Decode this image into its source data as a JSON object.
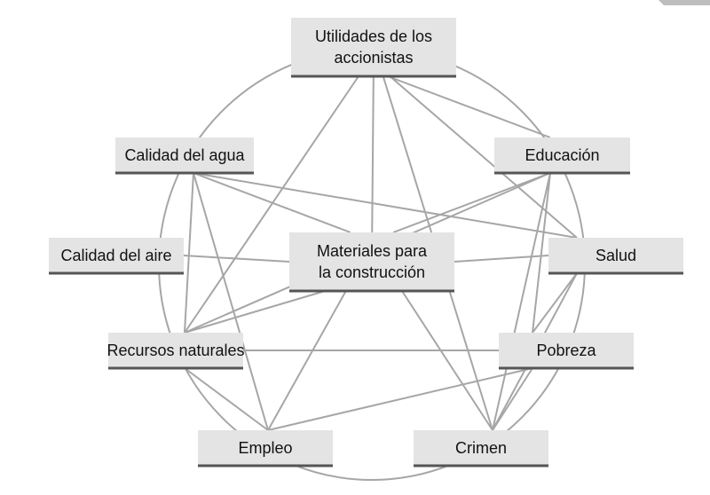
{
  "nodes": [
    {
      "id": "utilidades",
      "lines": [
        "Utilidades de los",
        "accionistas"
      ]
    },
    {
      "id": "calidad-agua",
      "lines": [
        "Calidad del agua"
      ]
    },
    {
      "id": "educacion",
      "lines": [
        "Educación"
      ]
    },
    {
      "id": "calidad-aire",
      "lines": [
        "Calidad del aire"
      ]
    },
    {
      "id": "materiales",
      "lines": [
        "Materiales para",
        "la construcción"
      ]
    },
    {
      "id": "salud",
      "lines": [
        "Salud"
      ]
    },
    {
      "id": "recursos",
      "lines": [
        "Recursos naturales"
      ]
    },
    {
      "id": "pobreza",
      "lines": [
        "Pobreza"
      ]
    },
    {
      "id": "empleo",
      "lines": [
        "Empleo"
      ]
    },
    {
      "id": "crimen",
      "lines": [
        "Crimen"
      ]
    }
  ],
  "edges": [
    [
      "utilidades",
      "recursos"
    ],
    [
      "utilidades",
      "materiales"
    ],
    [
      "utilidades",
      "crimen"
    ],
    [
      "utilidades",
      "educacion"
    ],
    [
      "utilidades",
      "salud"
    ],
    [
      "calidad-agua",
      "materiales"
    ],
    [
      "calidad-agua",
      "salud"
    ],
    [
      "calidad-agua",
      "recursos"
    ],
    [
      "calidad-agua",
      "empleo"
    ],
    [
      "calidad-aire",
      "materiales"
    ],
    [
      "educacion",
      "materiales"
    ],
    [
      "educacion",
      "recursos"
    ],
    [
      "educacion",
      "pobreza"
    ],
    [
      "educacion",
      "crimen"
    ],
    [
      "materiales",
      "salud"
    ],
    [
      "materiales",
      "recursos"
    ],
    [
      "materiales",
      "empleo"
    ],
    [
      "materiales",
      "crimen"
    ],
    [
      "salud",
      "crimen"
    ],
    [
      "salud",
      "pobreza"
    ],
    [
      "recursos",
      "pobreza"
    ],
    [
      "recursos",
      "empleo"
    ],
    [
      "pobreza",
      "empleo"
    ],
    [
      "pobreza",
      "crimen"
    ]
  ]
}
